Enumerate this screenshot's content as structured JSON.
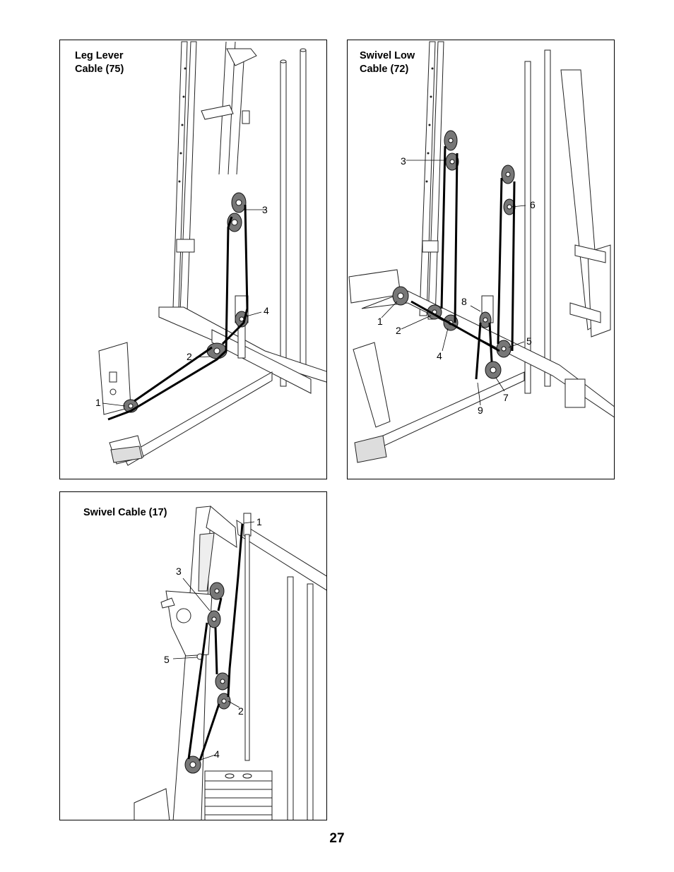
{
  "page_number": "27",
  "panels": {
    "leg_lever": {
      "title": "Leg Lever\nCable (75)",
      "callouts": [
        "1",
        "2",
        "3",
        "4"
      ]
    },
    "swivel_low": {
      "title": "Swivel Low\nCable (72)",
      "callouts": [
        "1",
        "2",
        "3",
        "4",
        "5",
        "6",
        "7",
        "8",
        "9"
      ]
    },
    "swivel": {
      "title": "Swivel Cable (17)",
      "callouts": [
        "1",
        "2",
        "3",
        "4",
        "5"
      ]
    }
  }
}
